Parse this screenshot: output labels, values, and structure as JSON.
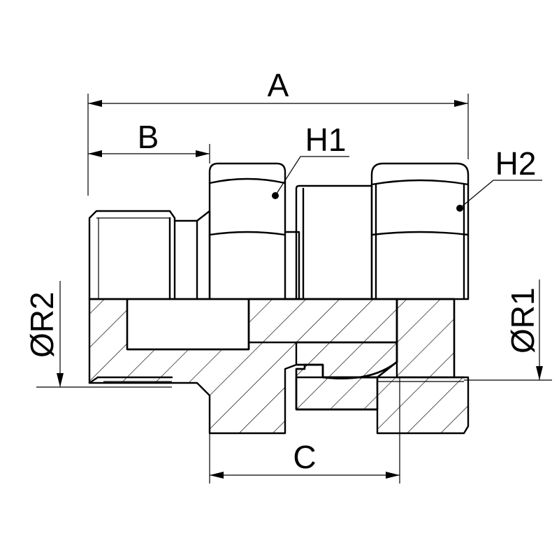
{
  "labels": {
    "a": "A",
    "b": "B",
    "c": "C",
    "h1": "H1",
    "h2": "H2",
    "r1": "ØR1",
    "r2": "ØR2"
  },
  "colors": {
    "line": "#000000",
    "background": "#ffffff"
  }
}
